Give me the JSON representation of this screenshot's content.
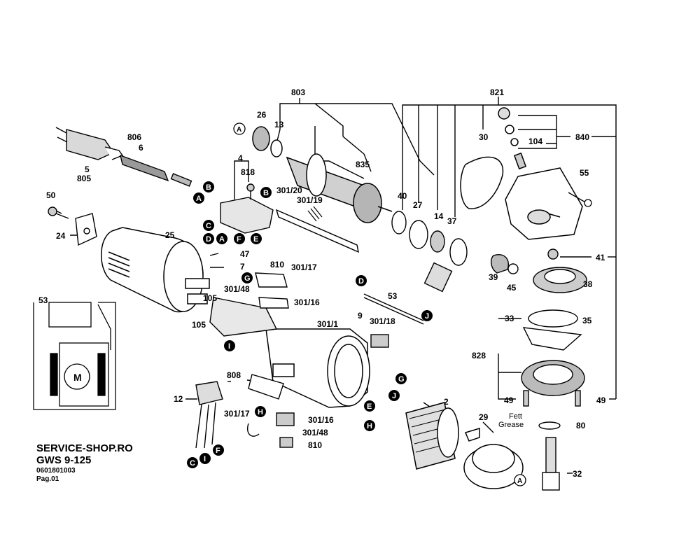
{
  "header": {
    "shop": "SERVICE-SHOP.RO",
    "model": "GWS 9-125",
    "part_no": "0601801003",
    "page": "Pag.01"
  },
  "labels": {
    "p803": "803",
    "p821": "821",
    "p26": "26",
    "p13": "13",
    "p806": "806",
    "p6": "6",
    "p5": "5",
    "p805": "805",
    "p4": "4",
    "p818": "818",
    "p835": "835",
    "p30": "30",
    "p104": "104",
    "p840": "840",
    "p50": "50",
    "p24": "24",
    "p25": "25",
    "p301_20": "301/20",
    "p301_19": "301/19",
    "p40": "40",
    "p27": "27",
    "p14": "14",
    "p37": "37",
    "p55": "55",
    "p47": "47",
    "p7": "7",
    "p810a": "810",
    "p301_17a": "301/17",
    "p301_48a": "301/48",
    "p301_16a": "301/16",
    "p105a": "105",
    "p105b": "105",
    "p53a": "53",
    "p53b": "53",
    "p9": "9",
    "p301_1": "301/1",
    "p301_18": "301/18",
    "p39": "39",
    "p45": "45",
    "p41": "41",
    "p38": "38",
    "p33": "33",
    "p35": "35",
    "p828": "828",
    "p808": "808",
    "p12": "12",
    "p2": "2",
    "p29": "29",
    "p80": "80",
    "p32": "32",
    "p49a": "49",
    "p49b": "49",
    "p301_17b": "301/17",
    "p301_16b": "301/16",
    "p301_48b": "301/48",
    "p810b": "810",
    "fett": "Fett",
    "grease": "Grease",
    "motor": "M"
  },
  "callouts": {
    "A": "A",
    "B": "B",
    "C": "C",
    "D": "D",
    "E": "E",
    "F": "F",
    "G": "G",
    "H": "H",
    "I": "I",
    "J": "J"
  }
}
